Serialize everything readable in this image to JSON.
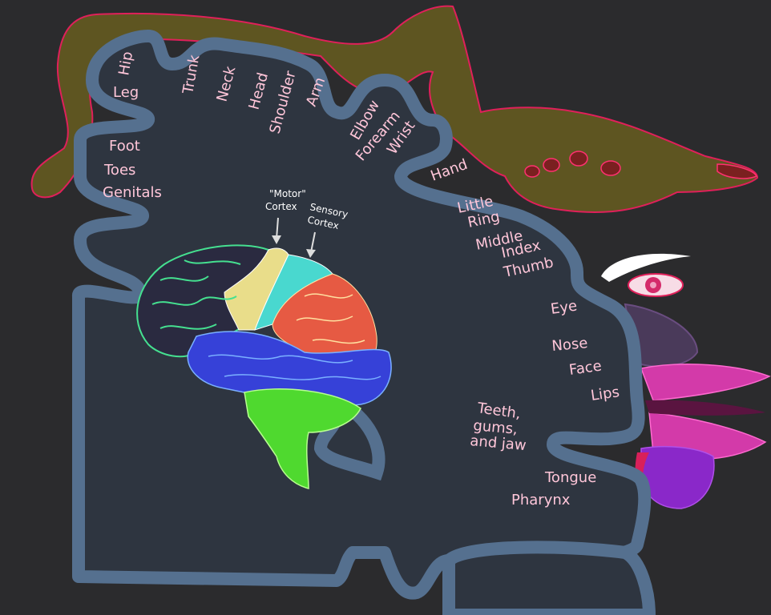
{
  "body_parts": {
    "hip": "Hip",
    "leg": "Leg",
    "trunk": "Trunk",
    "neck": "Neck",
    "head": "Head",
    "shoulder": "Shoulder",
    "arm": "Arm",
    "elbow": "Elbow",
    "forearm": "Forearm",
    "wrist": "Wrist",
    "hand": "Hand",
    "little": "Little",
    "ring": "Ring",
    "middle": "Middle",
    "index": "Index",
    "thumb": "Thumb",
    "foot": "Foot",
    "toes": "Toes",
    "genitals": "Genitals",
    "eye": "Eye",
    "nose": "Nose",
    "face": "Face",
    "lips": "Lips",
    "teeth_1": "Teeth,",
    "teeth_2": "gums,",
    "teeth_3": "and jaw",
    "tongue": "Tongue",
    "pharynx": "Pharynx"
  },
  "cortex_labels": {
    "motor_1": "\"Motor\"",
    "motor_2": "Cortex",
    "sensory_1": "Sensory",
    "sensory_2": "Cortex"
  },
  "colors": {
    "background": "#2b2b2d",
    "cortex_fill": "#2e3540",
    "cortex_outline": "#55708f",
    "label_pink": "#ffc6d9",
    "skin": "#5e5521",
    "frontal": "#2a2a40",
    "motor": "#e9dd8a",
    "sensory": "#49d8cf",
    "parietal": "#e65a43",
    "temporal": "#3641d8",
    "cerebellum": "#4fd92f",
    "lips": "#d33aa9",
    "tongue": "#8a28c9"
  }
}
